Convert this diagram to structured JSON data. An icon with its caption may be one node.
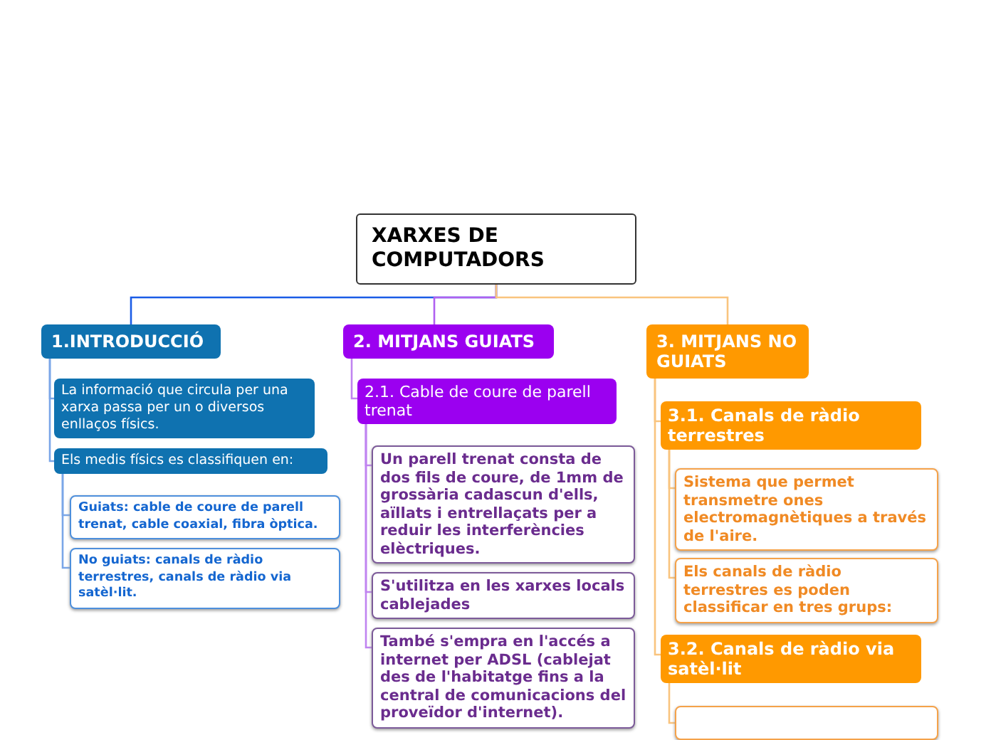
{
  "diagram": {
    "nodes": [
      {
        "text": [
          "XARXES DE COMPUTADORS"
        ]
      },
      {
        "text": [
          "1.INTRODUCCIÓ"
        ]
      },
      {
        "text": [
          "La informació que circula per una xarxa passa per un o diversos enllaços físics."
        ]
      },
      {
        "text": [
          "Els medis físics es classifiquen en:"
        ]
      },
      {
        "text": [
          "Guiats: cable de coure de parell trenat, cable coaxial, fibra òptica."
        ]
      },
      {
        "text": [
          "No guiats: canals de ràdio terrestres, canals de ràdio via satèl·lit."
        ]
      },
      {
        "text": [
          "2. MITJANS GUIATS"
        ]
      },
      {
        "text": [
          "2.1. Cable de coure de parell trenat"
        ]
      },
      {
        "text": [
          "Un parell trenat consta de dos fils de coure, de 1mm de grossària cadascun d'ells, aïllats i entrellaçats per a reduir les interferències elèctriques."
        ]
      },
      {
        "text": [
          "S'utilitza en les xarxes locals cablejades"
        ]
      },
      {
        "text": [
          "També s'empra en l'accés a internet per ADSL (cablejat des de l'habitatge fins a la central de comunicacions del proveïdor d'internet)."
        ]
      },
      {
        "text": [
          "3. MITJANS NO GUIATS"
        ]
      },
      {
        "text": [
          "3.1. Canals de ràdio terrestres"
        ]
      },
      {
        "text": [
          "Sistema que permet transmetre ones electromagnètiques a través de l'aire."
        ]
      },
      {
        "text": [
          "Els canals de ràdio terrestres es poden classificar en tres grups:"
        ]
      },
      {
        "text": [
          "3.2. Canals de ràdio via satèl·lit"
        ]
      },
      {
        "text": [],
        "shape": "box"
      }
    ],
    "edges": [
      {
        "from": 0,
        "to": 1,
        "arrow": "none",
        "color": "#1a5ce6"
      },
      {
        "from": 0,
        "to": 6,
        "arrow": "none",
        "color": "#b060f0"
      },
      {
        "from": 0,
        "to": 11,
        "arrow": "none"
      },
      {
        "from": 1,
        "to": 2,
        "arrow": "none",
        "color": "#7aa6e8"
      },
      {
        "from": 1,
        "to": 3,
        "arrow": "none",
        "color": "#7aa6e8"
      },
      {
        "from": 3,
        "to": 4,
        "arrow": "none",
        "color": "#7aa6e8"
      },
      {
        "from": 3,
        "to": 5,
        "arrow": "none",
        "color": "#7aa6e8"
      },
      {
        "from": 6,
        "to": 7,
        "arrow": "none",
        "color": "#c084f0"
      },
      {
        "from": 7,
        "to": 8,
        "arrow": "none",
        "color": "#c084f0"
      },
      {
        "from": 7,
        "to": 9,
        "arrow": "none",
        "color": "#c084f0"
      },
      {
        "from": 7,
        "to": 10,
        "arrow": "none",
        "color": "#c084f0"
      },
      {
        "from": 11,
        "to": 12,
        "arrow": "none"
      },
      {
        "from": 12,
        "to": 13,
        "arrow": "none"
      },
      {
        "from": 12,
        "to": 14,
        "arrow": "none"
      },
      {
        "from": 11,
        "to": 15,
        "arrow": "none"
      },
      {
        "from": 15,
        "to": 16,
        "arrow": "none"
      }
    ]
  }
}
